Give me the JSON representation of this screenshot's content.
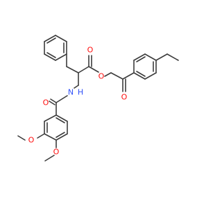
{
  "molecule": {
    "atoms": {
      "ester_o_label": "O",
      "ester_carbonyl_o_label": "O",
      "ketone_o_label": "O",
      "amide_o_label": "O",
      "amide_n_label": "N",
      "amide_h_label": "H",
      "methoxy_o_1_label": "O",
      "methoxy_o_2_label": "O"
    },
    "colors": {
      "carbon_bond": "#3c3c3c",
      "oxygen": "#ff0d0d",
      "nitrogen": "#3050f8"
    }
  }
}
